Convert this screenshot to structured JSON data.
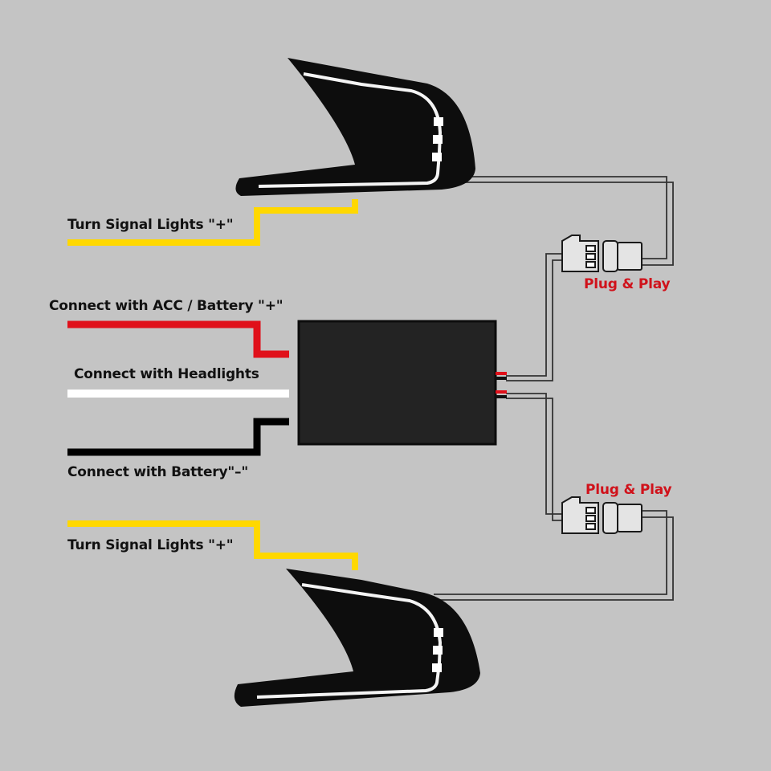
{
  "labels": {
    "turn_signal_top": "Turn Signal Lights \"+\"",
    "acc_battery": "Connect with  ACC / Battery \"+\"",
    "headlights": "Connect with Headlights",
    "battery_negative": "Connect with Battery\"–\"",
    "turn_signal_bottom": "Turn Signal Lights \"+\"",
    "plug_play_top": "Plug & Play",
    "plug_play_bottom": "Plug & Play"
  },
  "colors": {
    "background": "#c4c4c4",
    "wire_yellow": "#ffd800",
    "wire_red": "#e0101a",
    "wire_white": "#ffffff",
    "wire_black": "#000000",
    "plug_label": "#d0121b",
    "control_box": "#232323"
  },
  "icons": {
    "lamp_top": "drl-turn-signal-lamp-icon",
    "lamp_bottom": "drl-turn-signal-lamp-icon",
    "control_box": "control-module-icon",
    "connector_top": "plug-connector-icon",
    "connector_bottom": "plug-connector-icon"
  }
}
